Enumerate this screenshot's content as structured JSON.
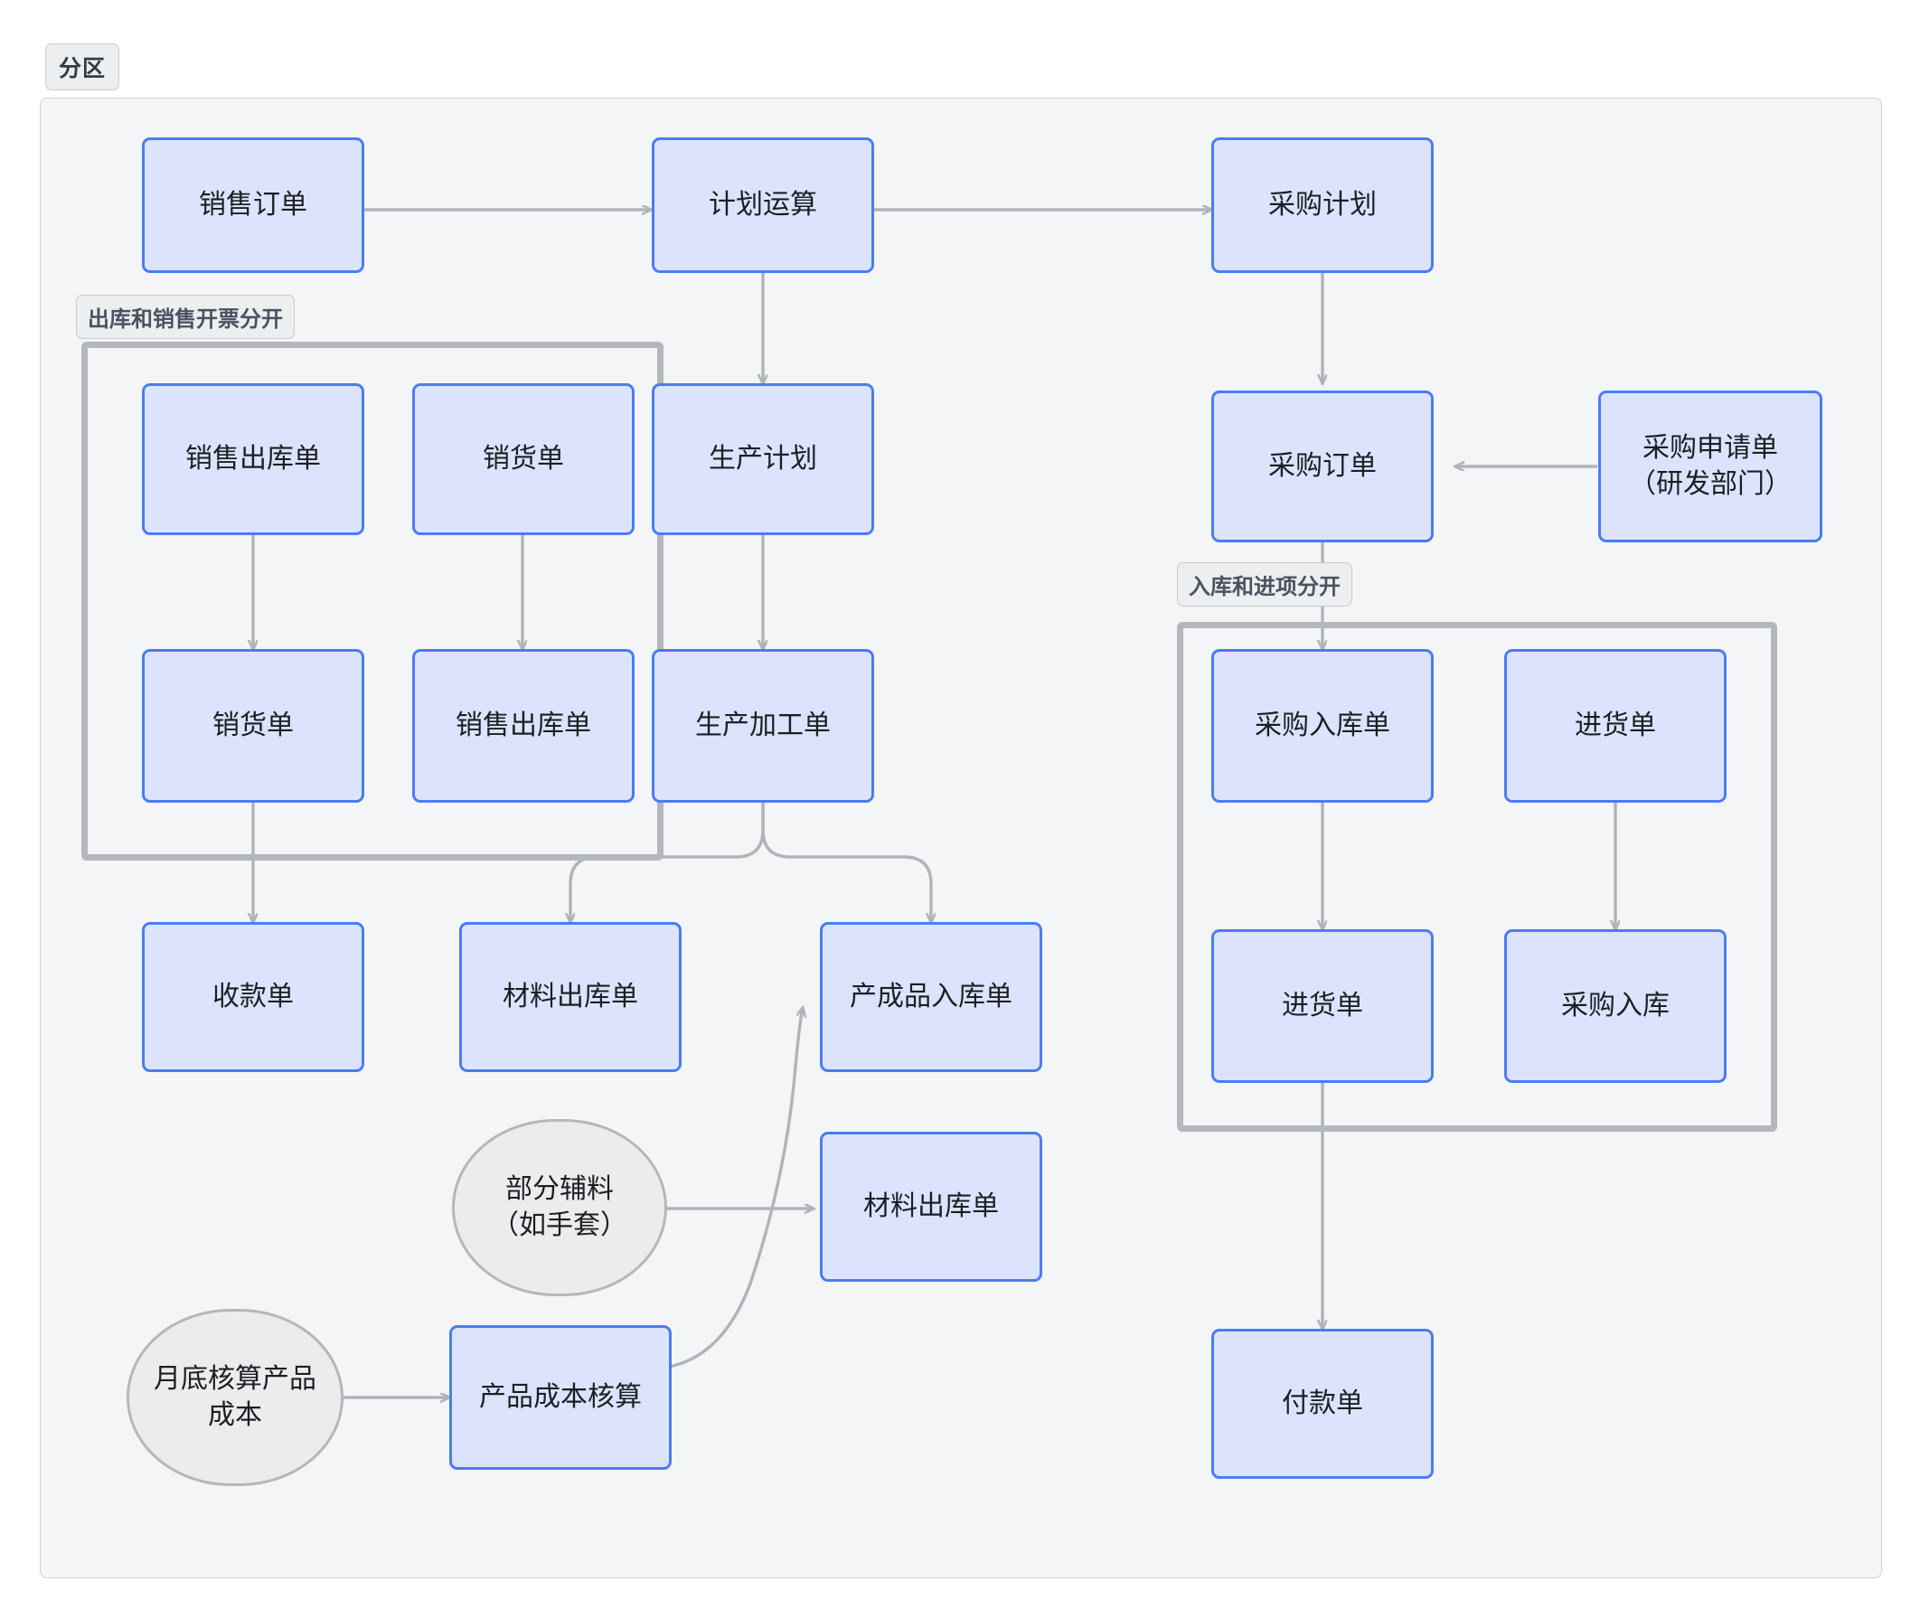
{
  "diagram": {
    "partition_label": "分区",
    "type": "flowchart",
    "clusters": [
      {
        "id": "c1",
        "label": "出库和销售开票分开"
      },
      {
        "id": "c2",
        "label": "入库和进项分开"
      }
    ],
    "nodes": [
      {
        "id": "n_sales_order",
        "label": "销售订单",
        "shape": "rect"
      },
      {
        "id": "n_plan_calc",
        "label": "计划运算",
        "shape": "rect"
      },
      {
        "id": "n_purchase_plan",
        "label": "采购计划",
        "shape": "rect"
      },
      {
        "id": "n_sales_out_a",
        "label": "销售出库单",
        "shape": "rect"
      },
      {
        "id": "n_sales_bill_a",
        "label": "销货单",
        "shape": "rect"
      },
      {
        "id": "n_prod_plan",
        "label": "生产计划",
        "shape": "rect"
      },
      {
        "id": "n_purchase_order",
        "label": "采购订单",
        "shape": "rect"
      },
      {
        "id": "n_purchase_req",
        "label": "采购申请单\n(研发部门)",
        "line1": "采购申请单",
        "line2": "（研发部门）",
        "shape": "rect"
      },
      {
        "id": "n_sales_bill_b",
        "label": "销货单",
        "shape": "rect"
      },
      {
        "id": "n_sales_out_b",
        "label": "销售出库单",
        "shape": "rect"
      },
      {
        "id": "n_prod_process",
        "label": "生产加工单",
        "shape": "rect"
      },
      {
        "id": "n_purchase_in_a",
        "label": "采购入库单",
        "shape": "rect"
      },
      {
        "id": "n_goods_in_a",
        "label": "进货单",
        "shape": "rect"
      },
      {
        "id": "n_receipt",
        "label": "收款单",
        "shape": "rect"
      },
      {
        "id": "n_material_out_a",
        "label": "材料出库单",
        "shape": "rect"
      },
      {
        "id": "n_finished_in",
        "label": "产成品入库单",
        "shape": "rect"
      },
      {
        "id": "n_goods_in_b",
        "label": "进货单",
        "shape": "rect"
      },
      {
        "id": "n_purchase_in_b",
        "label": "采购入库",
        "shape": "rect"
      },
      {
        "id": "n_aux_material",
        "label": "部分辅料\n(如手套)",
        "line1": "部分辅料",
        "line2": "（如手套）",
        "shape": "round"
      },
      {
        "id": "n_material_out_b",
        "label": "材料出库单",
        "shape": "rect"
      },
      {
        "id": "n_month_cost",
        "label": "月底核算产品\n成本",
        "line1": "月底核算产品",
        "line2": "成本",
        "shape": "round"
      },
      {
        "id": "n_product_cost",
        "label": "产品成本核算",
        "shape": "rect"
      },
      {
        "id": "n_payment",
        "label": "付款单",
        "shape": "rect"
      }
    ],
    "edges": [
      {
        "from": "n_sales_order",
        "to": "n_plan_calc"
      },
      {
        "from": "n_plan_calc",
        "to": "n_purchase_plan"
      },
      {
        "from": "n_plan_calc",
        "to": "n_prod_plan"
      },
      {
        "from": "n_purchase_plan",
        "to": "n_purchase_order"
      },
      {
        "from": "n_purchase_req",
        "to": "n_purchase_order"
      },
      {
        "from": "n_sales_out_a",
        "to": "n_sales_bill_b"
      },
      {
        "from": "n_sales_bill_a",
        "to": "n_sales_out_b"
      },
      {
        "from": "n_prod_plan",
        "to": "n_prod_process"
      },
      {
        "from": "n_purchase_order",
        "to": "n_purchase_in_a"
      },
      {
        "from": "n_sales_bill_b",
        "to": "n_receipt"
      },
      {
        "from": "n_prod_process",
        "to": "n_material_out_a"
      },
      {
        "from": "n_prod_process",
        "to": "n_finished_in"
      },
      {
        "from": "n_purchase_in_a",
        "to": "n_goods_in_b"
      },
      {
        "from": "n_goods_in_a",
        "to": "n_purchase_in_b"
      },
      {
        "from": "n_aux_material",
        "to": "n_material_out_b"
      },
      {
        "from": "n_month_cost",
        "to": "n_product_cost"
      },
      {
        "from": "n_product_cost",
        "to": "n_finished_in"
      },
      {
        "from": "n_goods_in_b",
        "to": "n_payment"
      }
    ],
    "colors": {
      "node_fill": "#dce4fd",
      "node_stroke": "#4a7cf3",
      "round_fill": "#ececec",
      "round_stroke": "#b4b7bb",
      "edge_stroke": "#b0b3b8",
      "cluster_stroke": "#b4b7bb",
      "canvas_bg": "#f4f5f7",
      "label_bg": "#eceef0"
    }
  }
}
